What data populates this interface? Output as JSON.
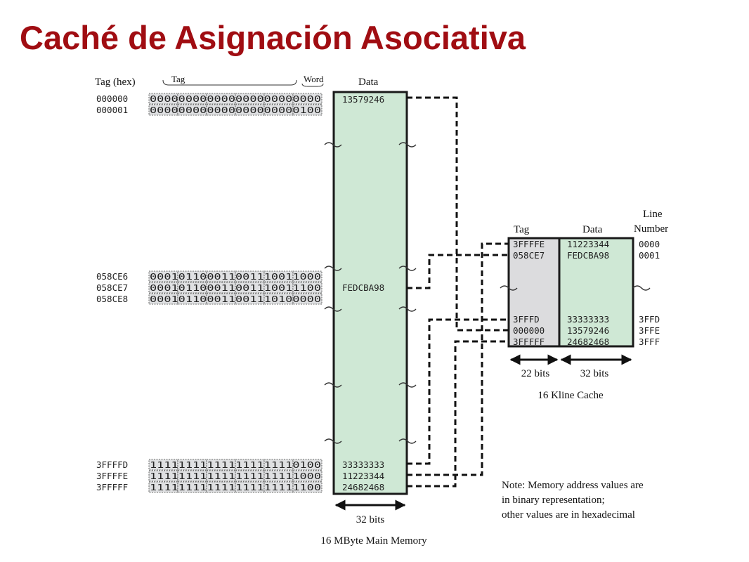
{
  "title": "Caché de Asignación Asociativa",
  "main_memory": {
    "header_tag_hex": "Tag (hex)",
    "header_tag": "Tag",
    "header_word": "Word",
    "header_data": "Data",
    "groups": [
      {
        "rows": [
          {
            "tag": "000000",
            "binary": "000000000000000000000000"
          },
          {
            "tag": "000001",
            "binary": "000000000000000000000100"
          }
        ]
      },
      {
        "rows": [
          {
            "tag": "058CE6",
            "binary": "000101100011001110011000"
          },
          {
            "tag": "058CE7",
            "binary": "000101100011001110011100"
          },
          {
            "tag": "058CE8",
            "binary": "000101100011001110100000"
          }
        ]
      },
      {
        "rows": [
          {
            "tag": "3FFFFD",
            "binary": "111111111111111111110100"
          },
          {
            "tag": "3FFFFE",
            "binary": "111111111111111111111000"
          },
          {
            "tag": "3FFFFF",
            "binary": "111111111111111111111100"
          }
        ]
      }
    ],
    "data_values": [
      "13579246",
      "FEDCBA98",
      "33333333",
      "11223344",
      "24682468"
    ],
    "width_label": "32 bits",
    "caption": "16 MByte Main Memory"
  },
  "cache": {
    "header_tag": "Tag",
    "header_data": "Data",
    "header_line_1": "Line",
    "header_line_2": "Number",
    "lines": [
      {
        "tag": "3FFFFE",
        "data": "11223344",
        "line": "0000"
      },
      {
        "tag": "058CE7",
        "data": "FEDCBA98",
        "line": "0001"
      },
      {
        "tag": "3FFFD",
        "data": "33333333",
        "line": "3FFD"
      },
      {
        "tag": "000000",
        "data": "13579246",
        "line": "3FFE"
      },
      {
        "tag": "3FFFFF",
        "data": "24682468",
        "line": "3FFF"
      }
    ],
    "tag_width_label": "22 bits",
    "data_width_label": "32 bits",
    "caption": "16 Kline Cache"
  },
  "note": [
    "Note: Memory address values are",
    "in binary representation;",
    "other values are in hexadecimal"
  ],
  "colors": {
    "title": "#a00d12",
    "data_fill": "#cfe8d5",
    "tag_fill": "#dcdcde",
    "cell_fill": "#dfe0e2"
  }
}
